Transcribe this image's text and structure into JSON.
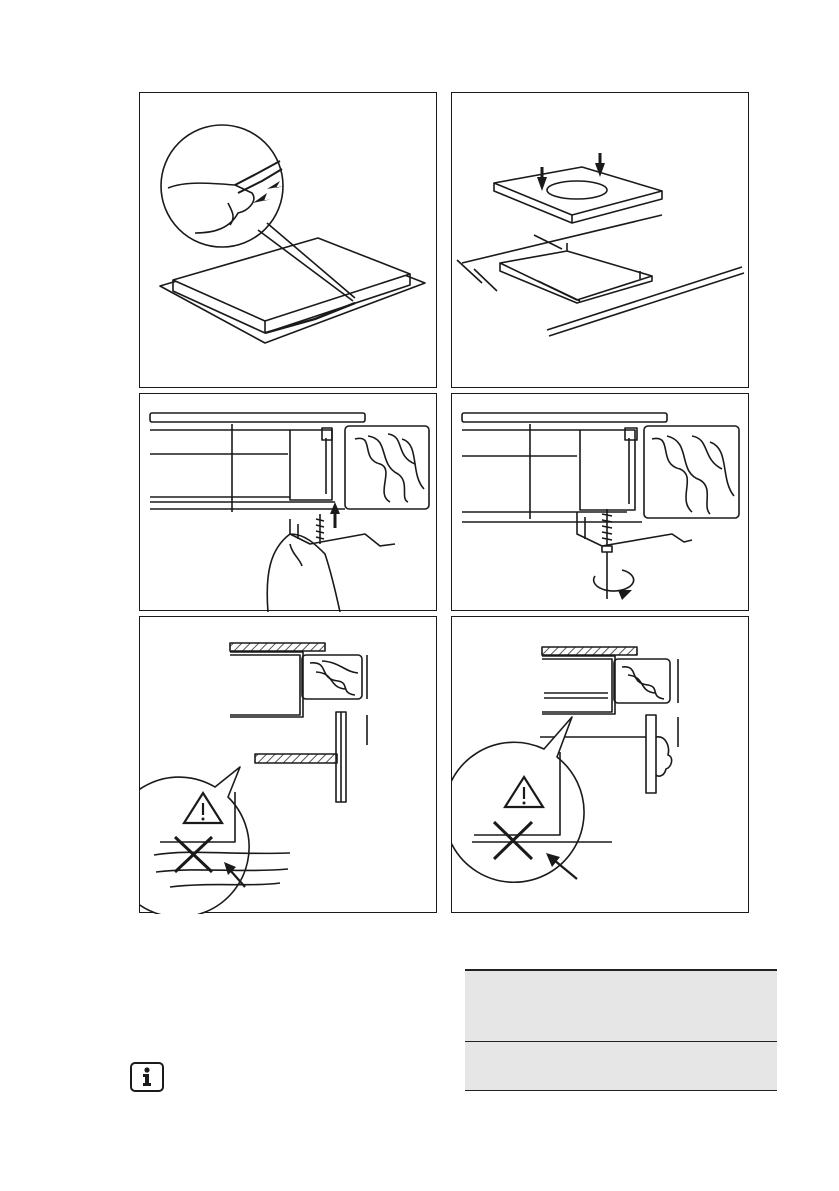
{
  "figures": [
    {
      "id": "fig-seal-strip",
      "icon": "seal-strip-illustration"
    },
    {
      "id": "fig-cutout",
      "icon": "worktop-cutout-illustration"
    },
    {
      "id": "fig-bracket-insert",
      "icon": "bracket-insert-illustration"
    },
    {
      "id": "fig-bracket-screw",
      "icon": "bracket-screw-illustration"
    },
    {
      "id": "fig-clearance-oven",
      "icon": "warning-clearance-illustration"
    },
    {
      "id": "fig-clearance-drawer",
      "icon": "warning-clearance-illustration"
    }
  ],
  "info_icon": "info-icon",
  "colors": {
    "line": "#1a1a1a",
    "table_fill": "#e6e6e6",
    "hatch": "#555555"
  }
}
